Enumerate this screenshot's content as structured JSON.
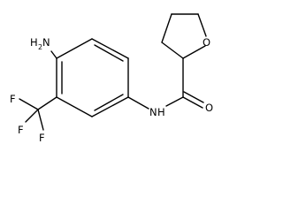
{
  "molecule": {
    "atoms": {
      "amine": {
        "symbol": "H",
        "subscript": "2",
        "element": "N"
      },
      "amide_nh": {
        "symbol": "N",
        "hydrogen": "H"
      },
      "carbonyl_o": {
        "symbol": "O"
      },
      "ring_o": {
        "symbol": "O"
      },
      "fluorines": [
        {
          "symbol": "F"
        },
        {
          "symbol": "F"
        },
        {
          "symbol": "F"
        }
      ]
    }
  }
}
